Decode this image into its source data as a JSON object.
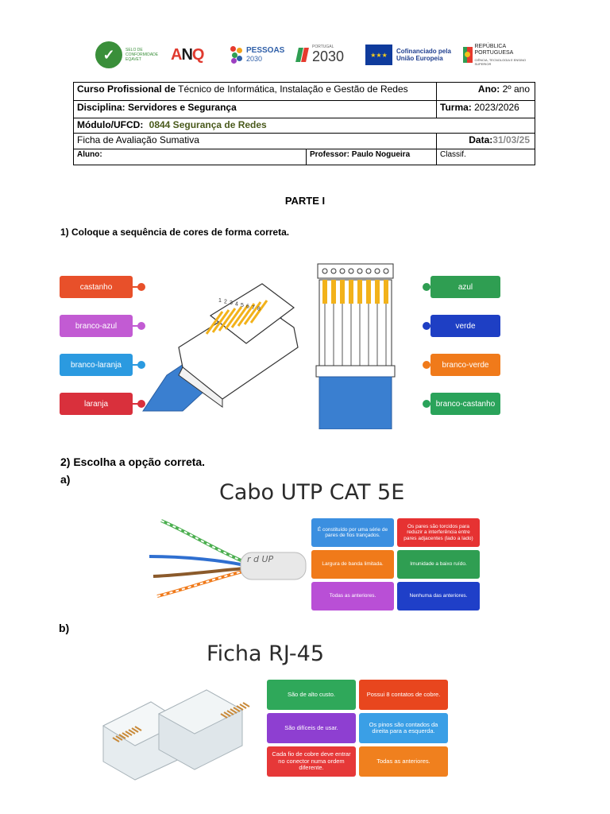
{
  "logos": {
    "seal": {
      "mark": "✓",
      "text": "SELO DE CONFORMIDADE EQAVET"
    },
    "anqep": {
      "mark_a": "A",
      "mark_b": "N",
      "mark_c": "Q"
    },
    "pessoas": {
      "title": "PESSOAS",
      "year": "2030"
    },
    "pt2030": {
      "small": "PORTUGAL",
      "year": "2030"
    },
    "eu": {
      "line1": "Cofinanciado pela",
      "line2": "União Europeia"
    },
    "rp": {
      "line1": "REPÚBLICA",
      "line2": "PORTUGUESA",
      "sub": "CIÊNCIA, TECNOLOGIA E ENSINO SUPERIOR"
    },
    "colors": {
      "green": "#3a8f3a",
      "eu_blue": "#0f3b9c",
      "eu_gold": "#f4cc1f"
    }
  },
  "info": {
    "course_label": "Curso Profissional de",
    "course_value": "Técnico de Informática, Instalação e Gestão de Redes",
    "ano_label": "Ano:",
    "ano_value": "2º ano",
    "disciplina": "Disciplina: Servidores e Segurança",
    "turma_label": "Turma:",
    "turma_value": "2023/2026",
    "modulo_label": "Módulo/UFCD:",
    "modulo_value": "0844 Segurança de Redes",
    "ficha": "Ficha de Avaliação Sumativa",
    "data_label": "Data:",
    "data_value": "31/03/25",
    "aluno_label": "Aluno:",
    "professor": "Professor: Paulo Nogueira",
    "classif": "Classif."
  },
  "parte": "PARTE I",
  "q1": {
    "text": "1) Coloque a sequência de cores de forma correta.",
    "left_tags": [
      {
        "label": "castanho",
        "color": "#e8502a",
        "dot": "#e8502a"
      },
      {
        "label": "branco-azul",
        "color": "#c25bd3",
        "dot": "#c25bd3"
      },
      {
        "label": "branco-laranja",
        "color": "#2b9ae0",
        "dot": "#2b9ae0"
      },
      {
        "label": "laranja",
        "color": "#d9303c",
        "dot": "#d9303c"
      }
    ],
    "right_tags": [
      {
        "label": "azul",
        "color": "#2f9e52",
        "dot": "#2f9e52"
      },
      {
        "label": "verde",
        "color": "#1e3fc4",
        "dot": "#1e3fc4"
      },
      {
        "label": "branco-verde",
        "color": "#f07a1a",
        "dot": "#f07a1a"
      },
      {
        "label": "branco-castanho",
        "color": "#2aa35a",
        "dot": "#2aa35a"
      }
    ],
    "pin_numbers": [
      "1",
      "2",
      "3",
      "4",
      "5",
      "6",
      "7",
      "8"
    ],
    "cable_color": "#3a7fd0",
    "pin_color": "#f2b21a"
  },
  "q2": {
    "text": "2) Escolha a opção correta.",
    "a_label": "a)",
    "b_label": "b)",
    "a_title": "Cabo UTP CAT 5E",
    "a_cable_text": "r d  UP",
    "a_options": [
      {
        "text": "É constituído por uma série de pares de fios trançados.",
        "color": "#3b8fe0"
      },
      {
        "text": "Os pares são torcidos para reduzir a interferência entre pares adjacentes (lado a lado)",
        "color": "#e63232"
      },
      {
        "text": "Largura de banda limitada.",
        "color": "#f07a1a"
      },
      {
        "text": "Imunidade a baixo ruído.",
        "color": "#2f9e52"
      },
      {
        "text": "Todas as anteriores.",
        "color": "#b94fd6"
      },
      {
        "text": "Nenhuma das anteriores.",
        "color": "#1f3fc8"
      }
    ],
    "b_title": "Ficha RJ-45",
    "b_options": [
      {
        "text": "São de alto custo.",
        "color": "#2fa85a"
      },
      {
        "text": "Possui 8 contatos de cobre.",
        "color": "#e8461e"
      },
      {
        "text": "São difíceis de usar.",
        "color": "#8e3fd1"
      },
      {
        "text": "Os pinos são contados da direita para a esquerda.",
        "color": "#3a9fe6"
      },
      {
        "text": "Cada fio de cobre deve entrar no conector numa ordem diferente.",
        "color": "#e63838"
      },
      {
        "text": "Todas as anteriores.",
        "color": "#f0801e"
      }
    ]
  }
}
